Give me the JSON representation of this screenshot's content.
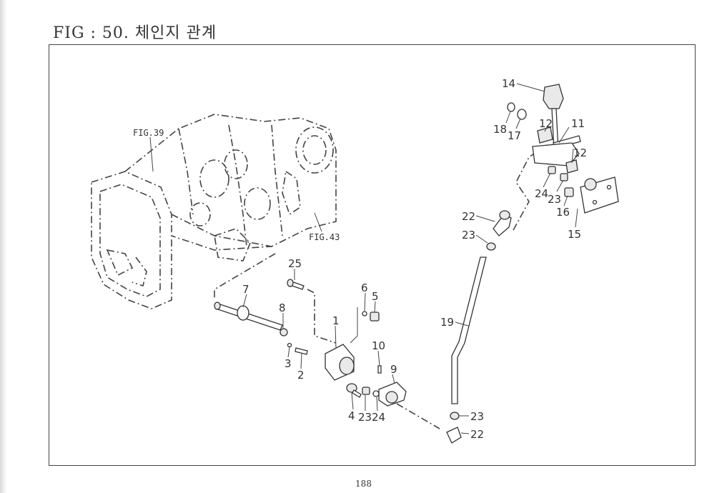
{
  "figure": {
    "title": "FIG : 50. 체인지 관계",
    "page_number": "188"
  },
  "references": {
    "fig39": "FIG.39",
    "fig43": "FIG.43"
  },
  "callouts": {
    "p1": "1",
    "p2": "2",
    "p3": "3",
    "p4": "4",
    "p5": "5",
    "p6": "6",
    "p7": "7",
    "p8": "8",
    "p9": "9",
    "p10": "10",
    "p11": "11",
    "p12a": "12",
    "p12b": "12",
    "p14": "14",
    "p15": "15",
    "p16": "16",
    "p17": "17",
    "p18": "18",
    "p19": "19",
    "p22a": "22",
    "p22b": "22",
    "p23a": "23",
    "p23b": "23",
    "p23c": "23",
    "p23d": "23",
    "p24a": "24",
    "p24b": "24",
    "p25": "25"
  }
}
